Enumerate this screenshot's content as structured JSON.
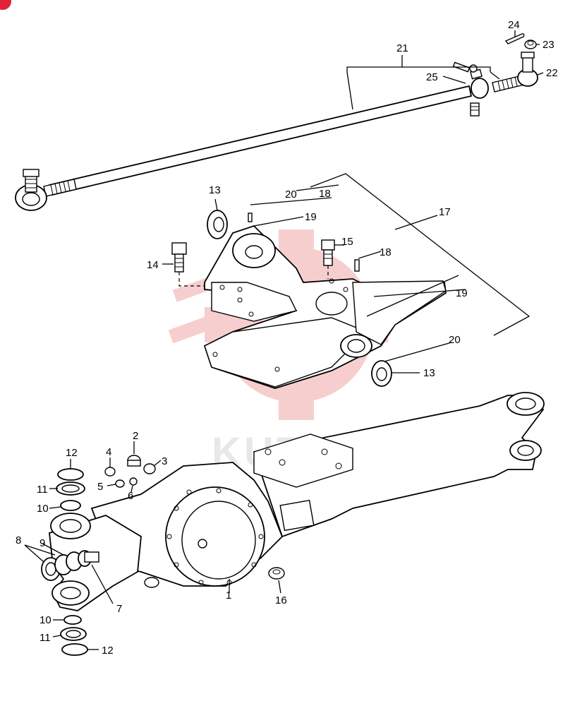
{
  "callouts": {
    "c1": "1",
    "c2": "2",
    "c3": "3",
    "c4": "4",
    "c5": "5",
    "c6": "6",
    "c7": "7",
    "c8": "8",
    "c9": "9",
    "c10a": "10",
    "c10b": "10",
    "c11a": "11",
    "c11b": "11",
    "c12a": "12",
    "c12b": "12",
    "c13a": "13",
    "c13b": "13",
    "c14": "14",
    "c15": "15",
    "c16": "16",
    "c17": "17",
    "c18a": "18",
    "c18b": "18",
    "c19a": "19",
    "c19b": "19",
    "c20a": "20",
    "c20b": "20",
    "c21": "21",
    "c22": "22",
    "c23": "23",
    "c24": "24",
    "c25": "25"
  },
  "watermark": {
    "text": "KUTEX",
    "color": "#f6c6c6"
  }
}
